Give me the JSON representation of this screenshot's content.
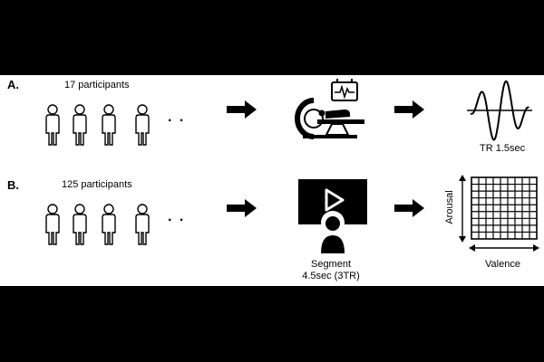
{
  "panels": [
    {
      "label": "A.",
      "participants": "17 participants",
      "ellipsis": ". .",
      "output_label": "TR 1.5sec"
    },
    {
      "label": "B.",
      "participants": "125 participants",
      "ellipsis": ". .",
      "stimulus_caption_line1": "Segment",
      "stimulus_caption_line2": "4.5sec (3TR)",
      "grid_y_label": "Arousal",
      "grid_x_label": "Valence"
    }
  ],
  "icons": {
    "person": "person-icon",
    "arrow": "arrow-right-icon",
    "scanner": "mri-scanner-icon",
    "waveform": "bold-signal-waveform-icon",
    "video": "video-play-icon",
    "grid": "rating-grid-icon"
  },
  "colors": {
    "background": "#000000",
    "panel": "#ffffff",
    "ink": "#000000"
  }
}
